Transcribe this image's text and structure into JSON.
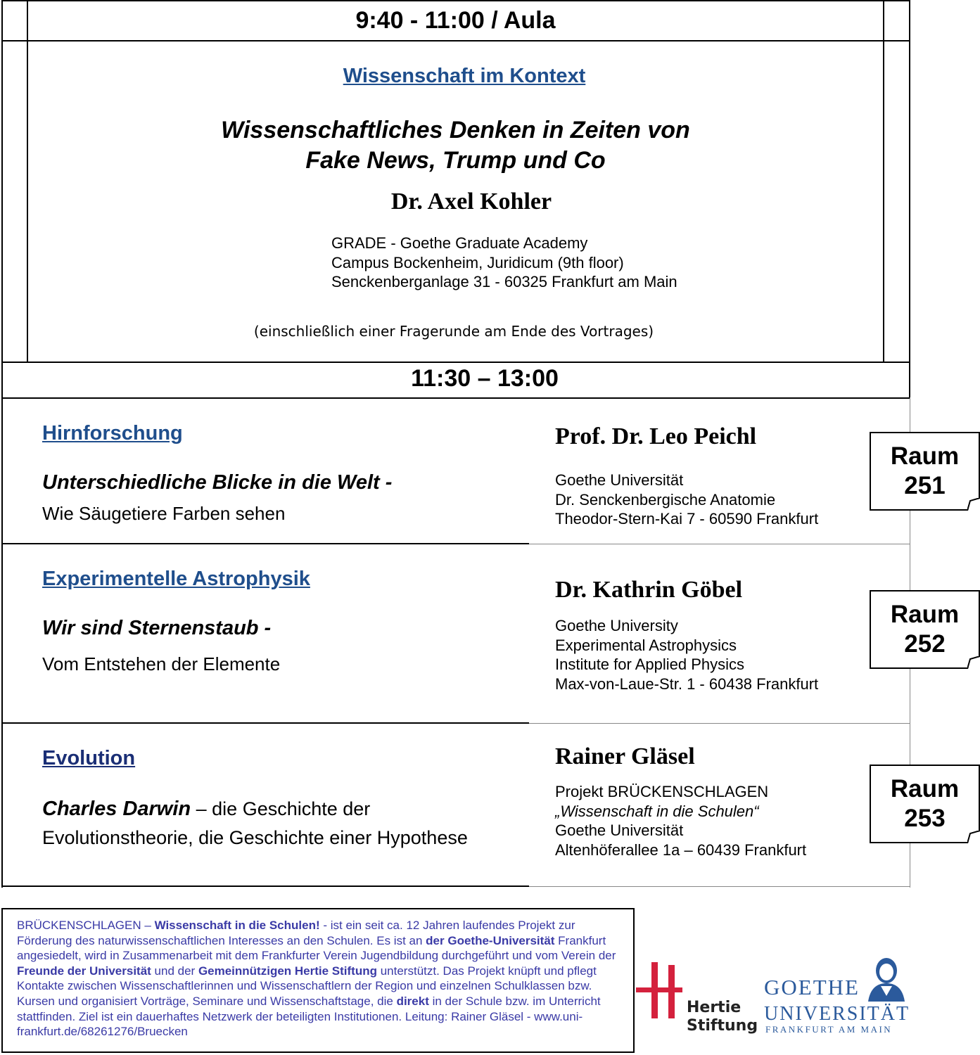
{
  "session1": {
    "time": "9:40 - 11:00 / Aula",
    "category": "Wissenschaft im Kontext",
    "title_line1": "Wissenschaftliches Denken in Zeiten von",
    "title_line2": "Fake News, Trump und Co",
    "speaker": "Dr. Axel Kohler",
    "address": [
      "GRADE - Goethe Graduate Academy",
      "Campus Bockenheim, Juridicum (9th floor)",
      "Senckenberganlage 31 - 60325 Frankfurt am Main"
    ],
    "note": "(einschließlich einer Fragerunde am Ende des Vortrages)"
  },
  "session2": {
    "time": "11:30 – 13:00",
    "talks": [
      {
        "category": "Hirnforschung",
        "title": "Unterschiedliche Blicke in die Welt -",
        "subtitle": "Wie Säugetiere Farben sehen",
        "speaker": "Prof. Dr. Leo Peichl",
        "address": [
          "Goethe Universität",
          "Dr. Senckenbergische Anatomie",
          "Theodor-Stern-Kai 7 - 60590 Frankfurt"
        ],
        "room_label": "Raum",
        "room_number": "251"
      },
      {
        "category": "Experimentelle Astrophysik",
        "title": "Wir sind Sternenstaub -",
        "subtitle": "Vom Entstehen der Elemente",
        "speaker": "Dr. Kathrin Göbel",
        "address": [
          "Goethe University",
          "Experimental Astrophysics",
          "Institute for Applied Physics",
          "Max-von-Laue-Str. 1 - 60438 Frankfurt"
        ],
        "room_label": "Raum",
        "room_number": "252"
      },
      {
        "category": "Evolution",
        "title_bold": "Charles Darwin",
        "title_rest": " – die Geschichte der",
        "subtitle": "Evolutionstheorie, die Geschichte einer Hypothese",
        "speaker": "Rainer Gläsel",
        "address": [
          "Projekt BRÜCKENSCHLAGEN",
          "„Wissenschaft in die Schulen“",
          "Goethe Universität",
          "Altenhöferallee 1a – 60439 Frankfurt"
        ],
        "room_label": "Raum",
        "room_number": "253"
      }
    ]
  },
  "footer": {
    "p1": "BRÜCKENSCHLAGEN – ",
    "b1": "Wissenschaft in die Schulen!",
    "p2": " - ist ein seit ca. 12 Jahren laufendes Projekt zur Förderung des naturwissenschaftlichen Interesses an den Schulen. Es ist an ",
    "b2": "der Goethe-Universität",
    "p3": " Frankfurt angesiedelt, wird in Zusammenarbeit mit dem Frankfurter Verein Jugendbildung durchgeführt und vom Verein der ",
    "b3": "Freunde der Universität",
    "p4": " und der ",
    "b4": "Gemeinnützigen Hertie Stiftung",
    "p5": " unterstützt. Das Projekt knüpft und pflegt Kontakte zwischen Wissenschaftlerinnen und Wissenschaftlern der Region und einzelnen Schulklassen bzw. Kursen und organisiert Vorträge, Seminare und Wissenschaftstage, die ",
    "b5": "direkt",
    "p6": " in der Schule bzw. im Unterricht stattfinden. Ziel ist ein dauerhaftes Netzwerk der beteiligten Institutionen. Leitung: Rainer Gläsel - www.uni-frankfurt.de/68261276/Bruecken"
  },
  "logos": {
    "hertie_line1": "Hertie",
    "hertie_line2": "Stiftung",
    "goethe_line1": "GOETHE",
    "goethe_line2": "UNIVERSITÄT",
    "goethe_line3": "FRANKFURT AM MAIN",
    "hertie_color": "#d4213d",
    "goethe_color": "#2b5a9c"
  }
}
